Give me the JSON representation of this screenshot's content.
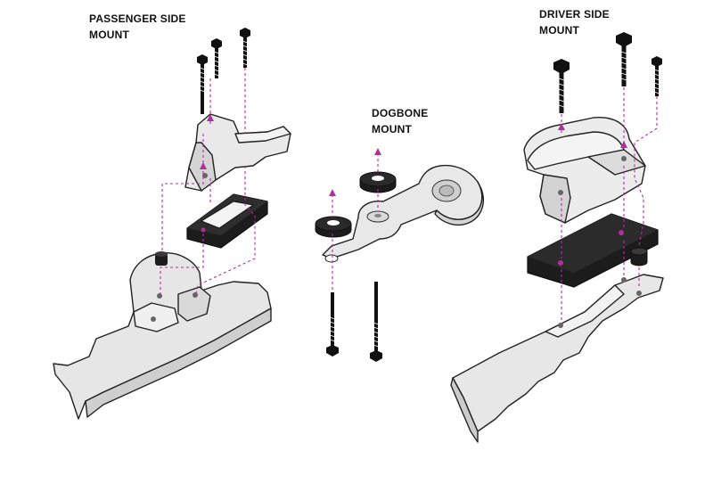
{
  "labels": {
    "passenger_line1": "PASSENGER SIDE",
    "passenger_line2": "MOUNT",
    "dogbone_line1": "DOGBONE",
    "dogbone_line2": "MOUNT",
    "driver_line1": "DRIVER SIDE",
    "driver_line2": "MOUNT"
  },
  "colors": {
    "guide": "#b0309a",
    "part_light": "#ececec",
    "part_mid": "#d6d6d6",
    "part_dark": "#bdbdbd",
    "rubber": "#1c1c1c",
    "outline": "#222222"
  }
}
